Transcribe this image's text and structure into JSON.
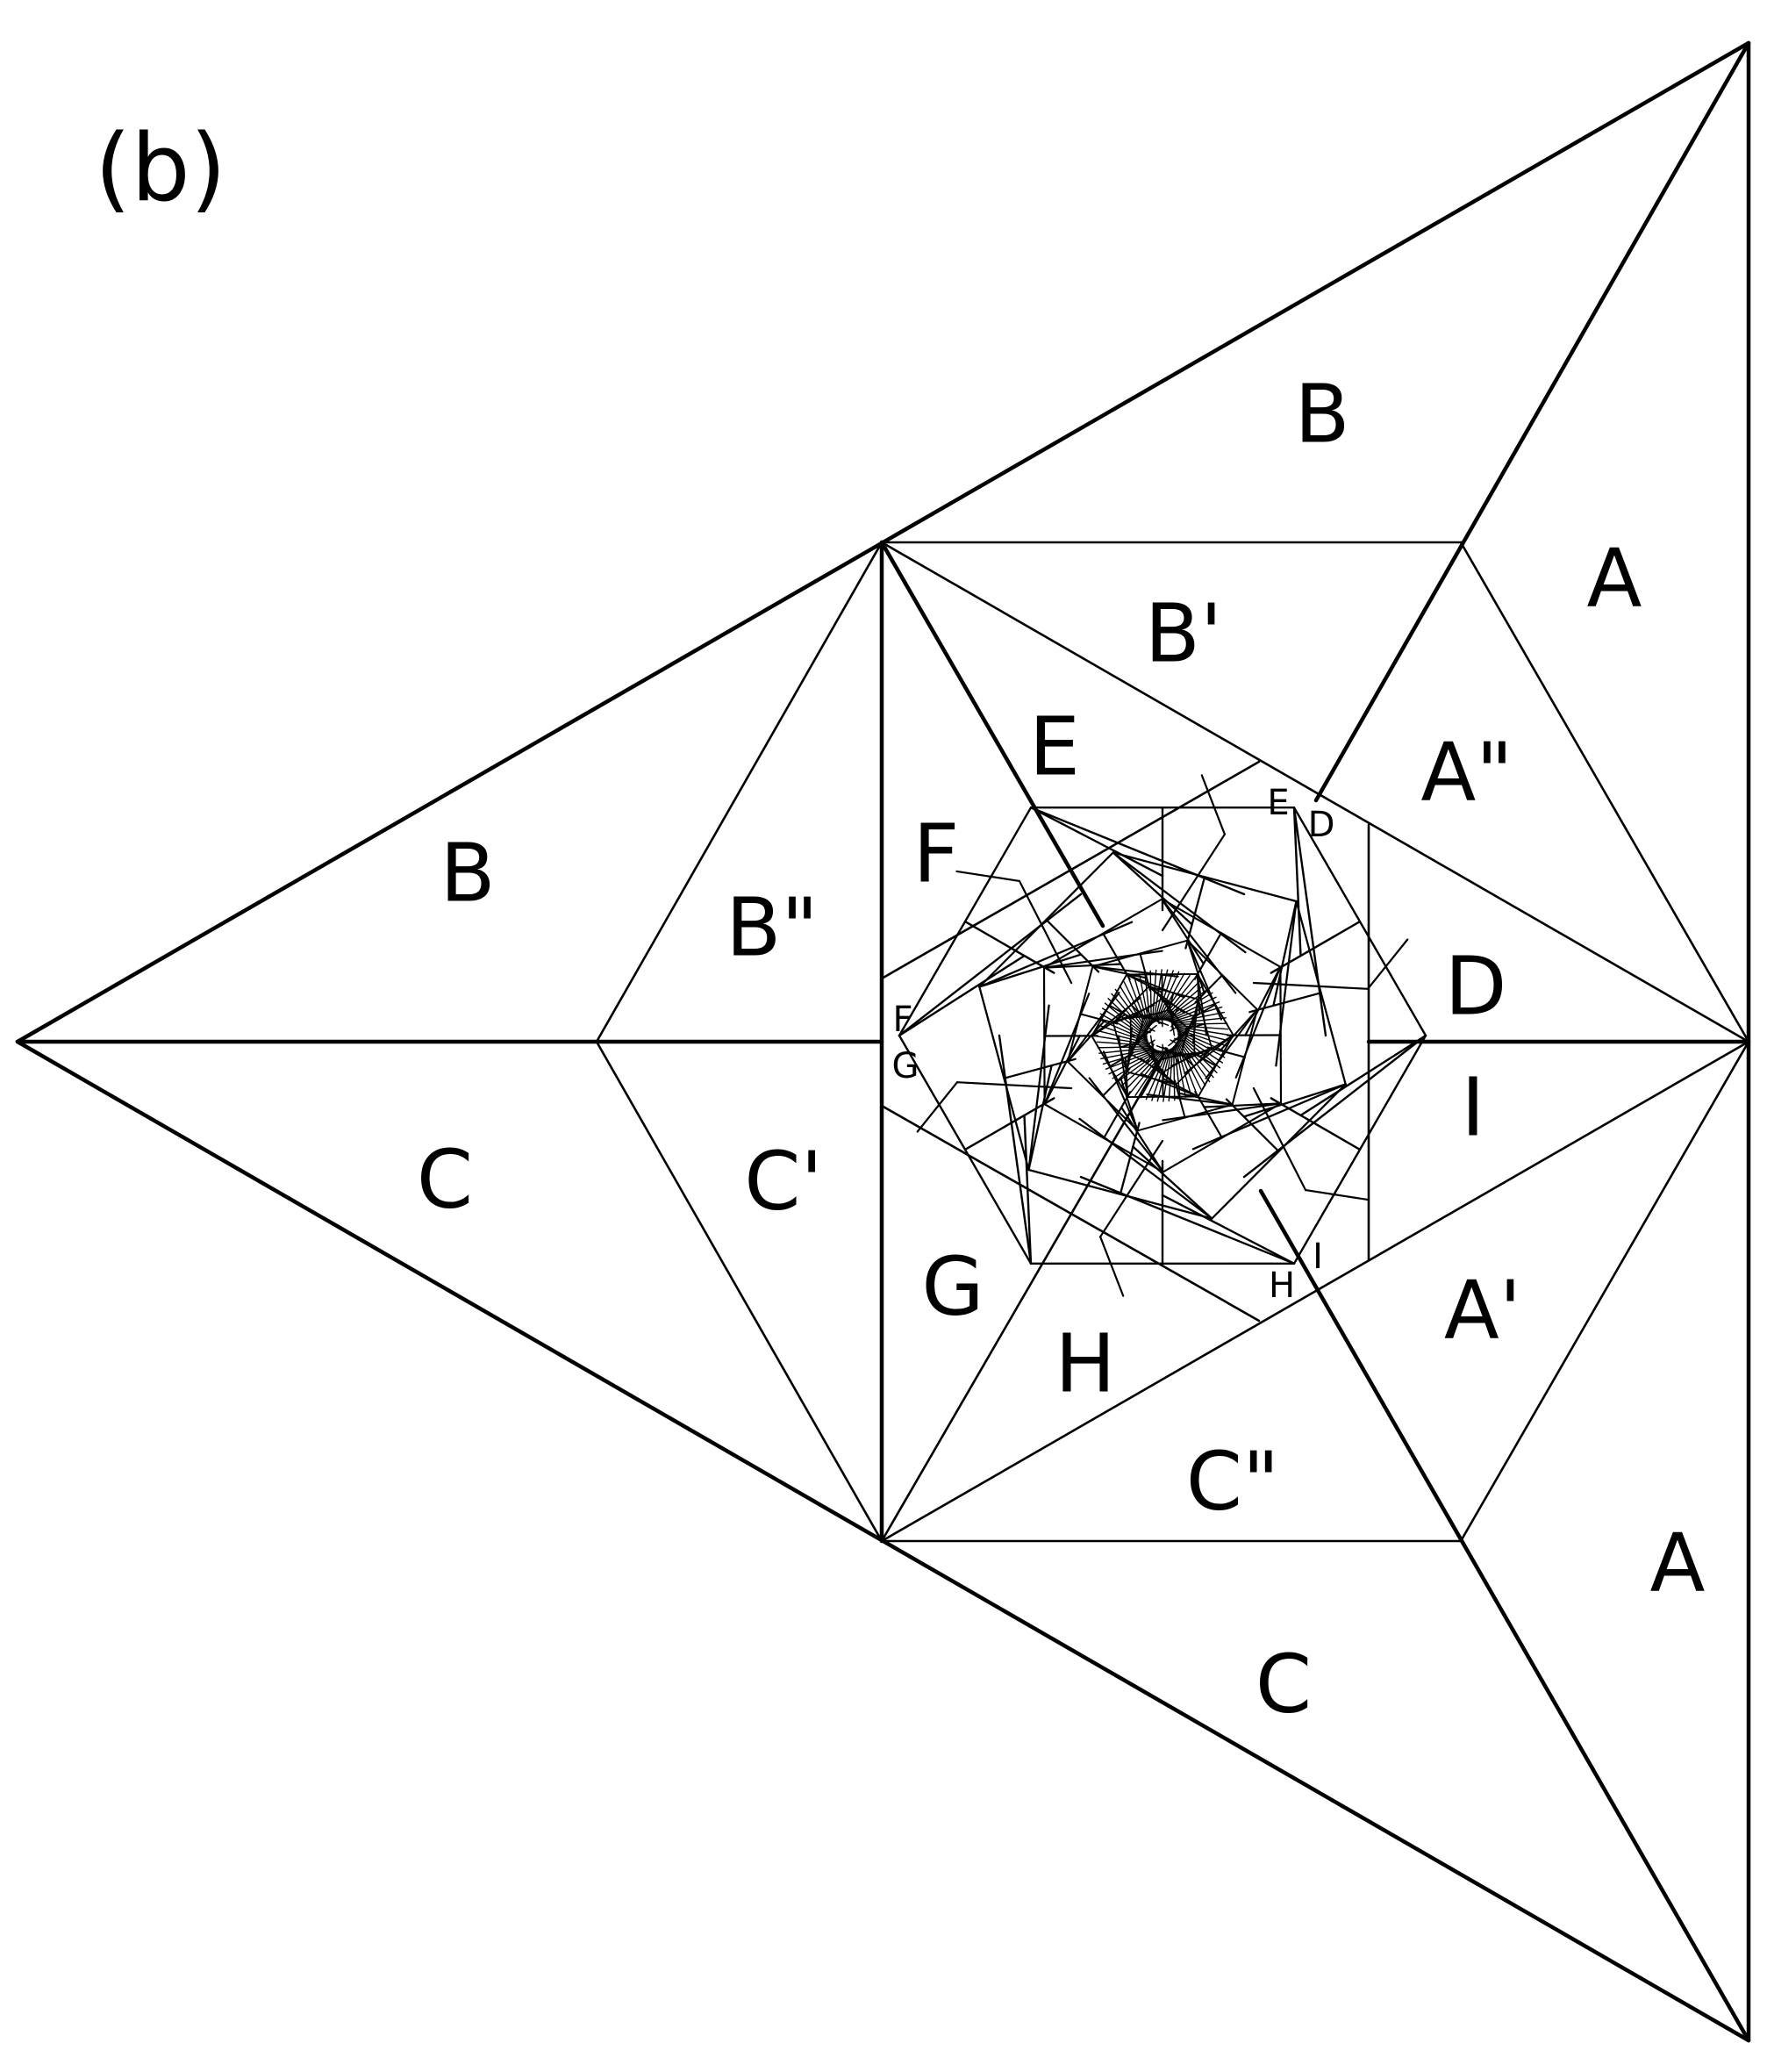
{
  "figure": {
    "panel_label": "(b)",
    "regions": {
      "b_top": "B",
      "a_upper_right": "A",
      "b_prime": "B'",
      "a_double_prime": "A\"",
      "e_large": "E",
      "f_large": "F",
      "b_left": "B",
      "b_double_prime": "B\"",
      "e_small": "E",
      "d_small": "D",
      "d_large": "D",
      "f_small": "F",
      "g_small": "G",
      "i_large": "I",
      "c_left": "C",
      "c_prime": "C'",
      "g_large": "G",
      "h_large": "H",
      "i_small": "I",
      "h_small": "H",
      "a_prime": "A'",
      "c_double_prime": "C\"",
      "a_lower_right": "A",
      "c_bottom": "C"
    },
    "colors": {
      "ink": "#000000",
      "background": "#ffffff"
    }
  }
}
